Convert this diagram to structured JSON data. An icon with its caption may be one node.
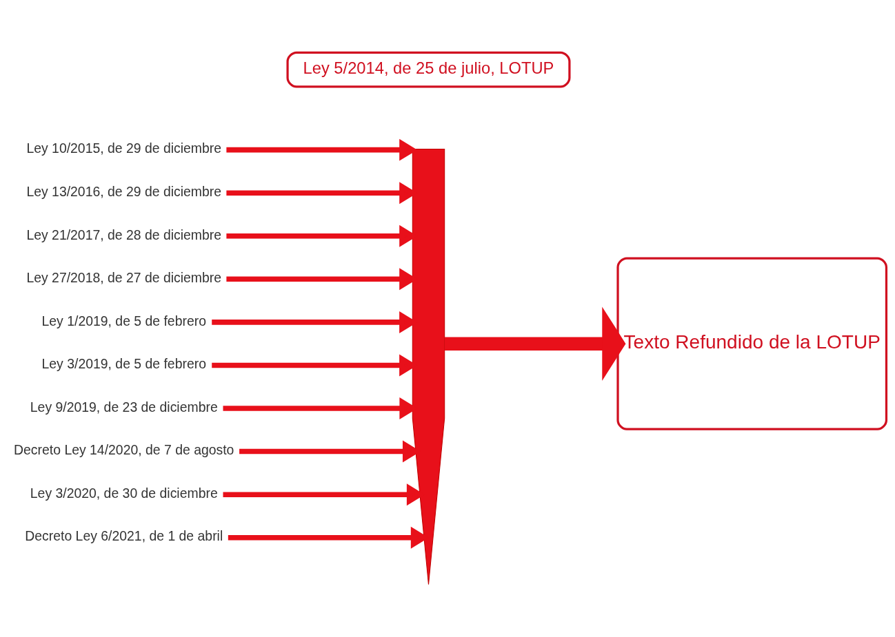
{
  "diagram": {
    "nodes": [
      {
        "text": [
          "Ley 5/2014, de 25 de julio, LOTUP"
        ]
      },
      {
        "text": [
          "Ley 10/2015, de 29 de diciembre"
        ]
      },
      {
        "text": [
          "Ley 13/2016, de 29 de diciembre"
        ]
      },
      {
        "text": [
          "Ley 21/2017, de 28 de diciembre"
        ]
      },
      {
        "text": [
          "Ley 27/2018, de 27 de diciembre"
        ]
      },
      {
        "text": [
          "Ley 1/2019, de 5 de febrero"
        ]
      },
      {
        "text": [
          "Ley 3/2019, de 5 de febrero"
        ]
      },
      {
        "text": [
          "Ley 9/2019, de 23 de diciembre"
        ]
      },
      {
        "text": [
          "Decreto Ley 14/2020, de 7 de agosto"
        ]
      },
      {
        "text": [
          "Ley 3/2020, de 30 de diciembre"
        ]
      },
      {
        "text": [
          "Decreto Ley 6/2021, de 1 de abril"
        ]
      },
      {
        "text": [],
        "shape": "arrow"
      },
      {
        "text": [
          "Texto Refundido de la LOTUP"
        ]
      }
    ],
    "edges": [
      {
        "from": 1,
        "to": 11,
        "arrow": "to"
      },
      {
        "from": 2,
        "to": 11,
        "arrow": "to"
      },
      {
        "from": 3,
        "to": 11,
        "arrow": "to"
      },
      {
        "from": 4,
        "to": 11,
        "arrow": "to"
      },
      {
        "from": 5,
        "to": 11,
        "arrow": "to"
      },
      {
        "from": 6,
        "to": 11,
        "arrow": "to"
      },
      {
        "from": 7,
        "to": 11,
        "arrow": "to"
      },
      {
        "from": 8,
        "to": 11,
        "arrow": "to"
      },
      {
        "from": 9,
        "to": 11,
        "arrow": "to"
      },
      {
        "from": 10,
        "to": 11,
        "arrow": "to"
      },
      {
        "from": 11,
        "to": 12,
        "arrow": "to",
        "style": "thick"
      }
    ]
  }
}
